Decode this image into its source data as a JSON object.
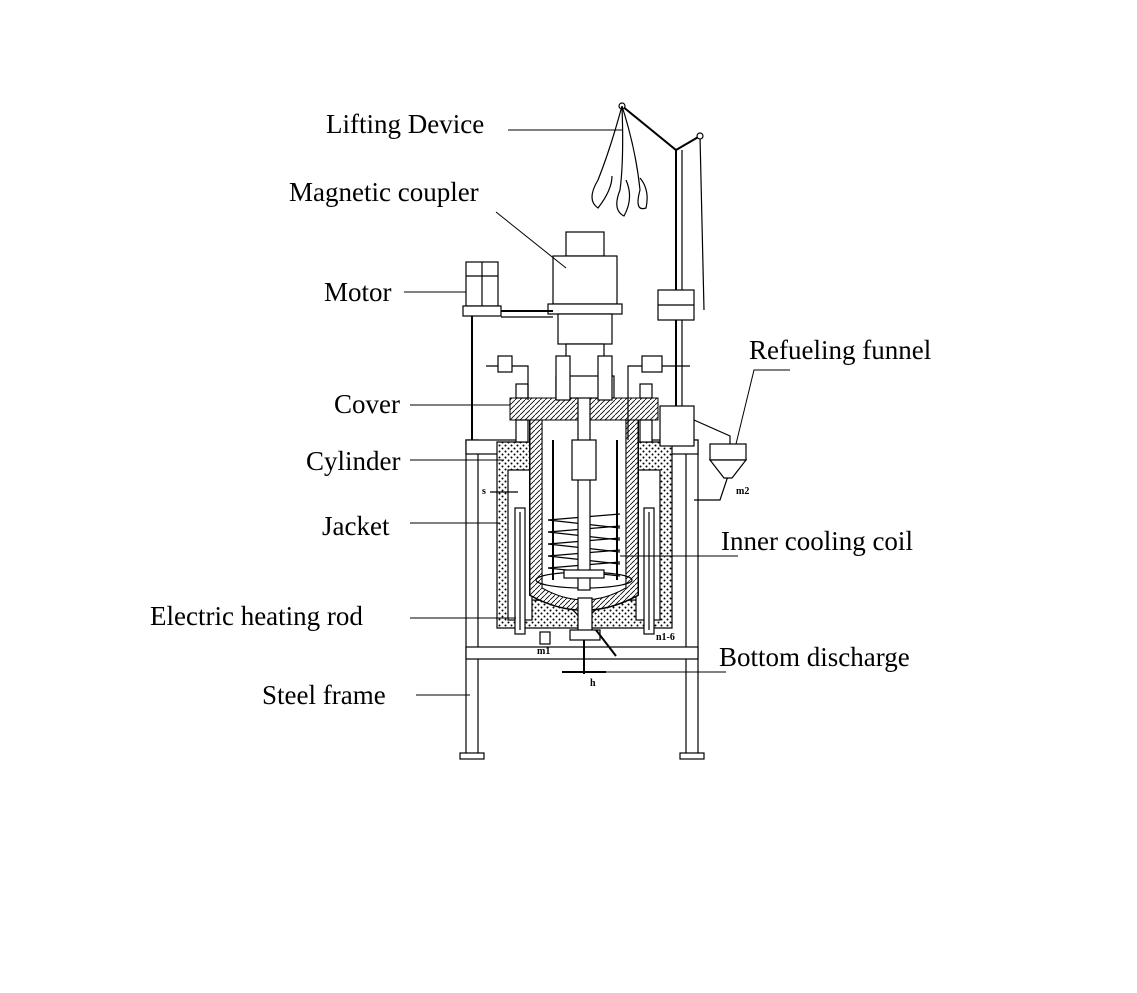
{
  "labels": {
    "lifting_device": "Lifting Device",
    "magnetic_coupler": "Magnetic coupler",
    "motor": "Motor",
    "refueling_funnel": "Refueling funnel",
    "cover": "Cover",
    "cylinder": "Cylinder",
    "jacket": "Jacket",
    "inner_cooling_coil": "Inner cooling coil",
    "electric_heating_rod": "Electric heating rod",
    "bottom_discharge": "Bottom discharge",
    "steel_frame": "Steel frame"
  },
  "markers": {
    "s": "s",
    "m1": "m1",
    "m2": "m2",
    "n1_6": "n1-6",
    "h": "h"
  }
}
